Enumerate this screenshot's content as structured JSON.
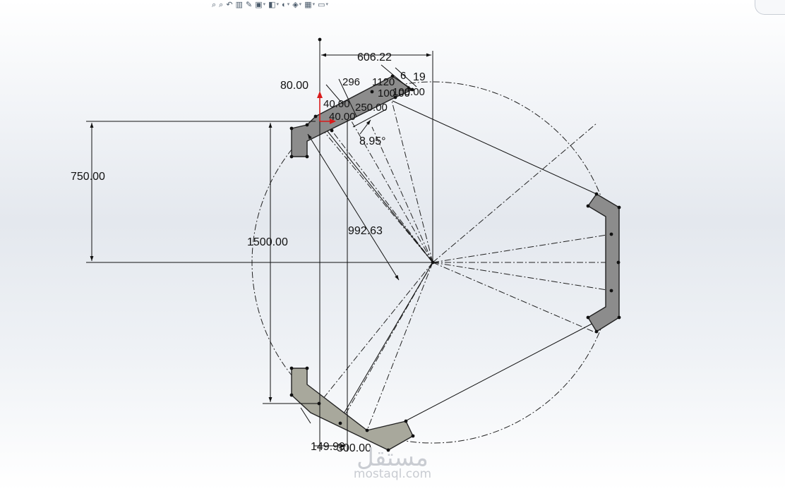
{
  "toolbar": {
    "buttons": [
      {
        "icon": "zoom-to-fit-icon",
        "glyph": "⌕",
        "has_menu": false
      },
      {
        "icon": "zoom-to-area-icon",
        "glyph": "⌕",
        "has_menu": false
      },
      {
        "icon": "previous-view-icon",
        "glyph": "↶",
        "has_menu": false
      },
      {
        "icon": "section-view-icon",
        "glyph": "▥",
        "has_menu": false
      },
      {
        "icon": "dynamic-annotation-icon",
        "glyph": "✎",
        "has_menu": false
      },
      {
        "icon": "view-orientation-icon",
        "glyph": "▣",
        "has_menu": true
      },
      {
        "icon": "display-style-icon",
        "glyph": "◧",
        "has_menu": true
      },
      {
        "icon": "hide-show-items-icon",
        "glyph": "◐",
        "has_menu": true
      },
      {
        "icon": "edit-appearance-icon",
        "glyph": "◈",
        "has_menu": true
      },
      {
        "icon": "apply-scene-icon",
        "glyph": "▦",
        "has_menu": true
      },
      {
        "icon": "view-settings-icon",
        "glyph": "▭",
        "has_menu": true
      }
    ],
    "menu_arrow": "▾"
  },
  "dimensions": {
    "top_width": "606.22",
    "top_small": "19",
    "top_cluster_a": "296",
    "top_cluster_b": "1120",
    "top_cluster_c": "6",
    "left_offset": "80.00",
    "thickness_a": "40.00",
    "thickness_b": "40.00",
    "radial_a": "100.00",
    "radial_b": "100.00",
    "chord": "250.00",
    "angle": "8.95°",
    "half_height": "750.00",
    "full_height": "1500.00",
    "diagonal": "992.63",
    "bottom_a": "149.99",
    "bottom_b": "300.00"
  },
  "watermark": {
    "brand": "مستقل",
    "domain": "mostaql.com"
  },
  "colors": {
    "part_fill": "#8c8c8c",
    "part_fill_light": "#a8a89c",
    "sketch_line": "#111111",
    "origin_red": "#d81b1b"
  }
}
